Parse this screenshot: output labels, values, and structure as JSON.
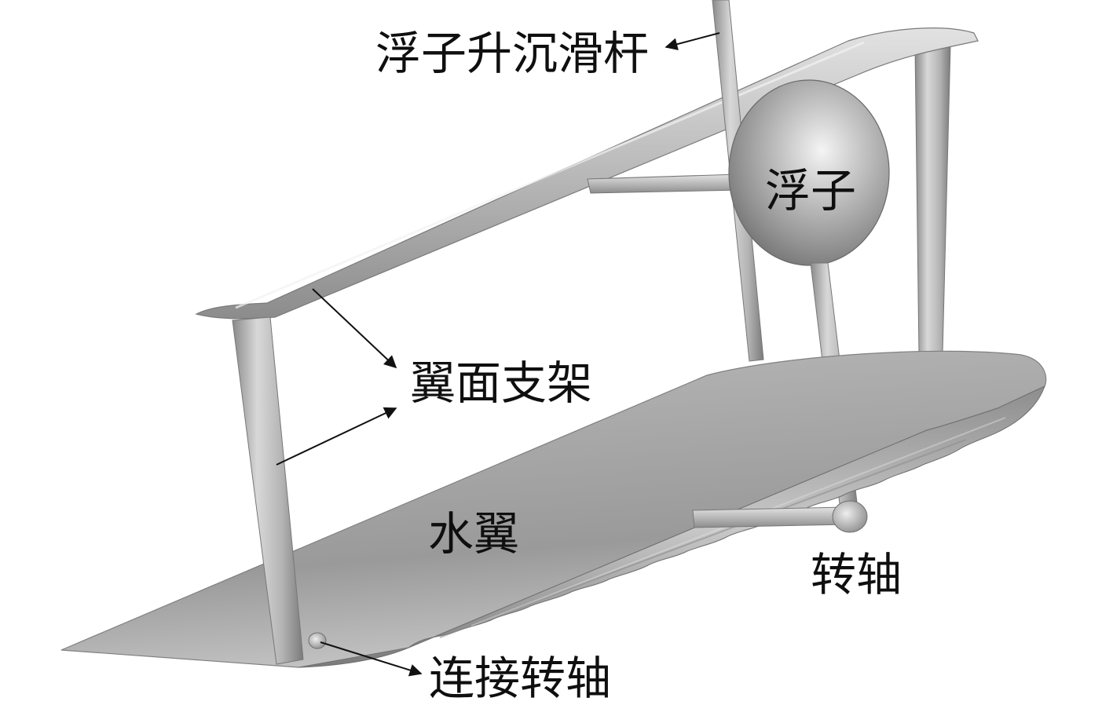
{
  "labels": {
    "slide_rod": "浮子升沉滑杆",
    "float": "浮子",
    "wing_bracket": "翼面支架",
    "hydrofoil": "水翼",
    "pivot": "转轴",
    "connecting_pivot": "连接转轴"
  },
  "colors": {
    "background": "#ffffff",
    "metal_light": "#d2d2d2",
    "metal_mid": "#a6a6a6",
    "metal_dark": "#6e6e6e",
    "text": "#0f0f0f",
    "arrow": "#111111"
  }
}
